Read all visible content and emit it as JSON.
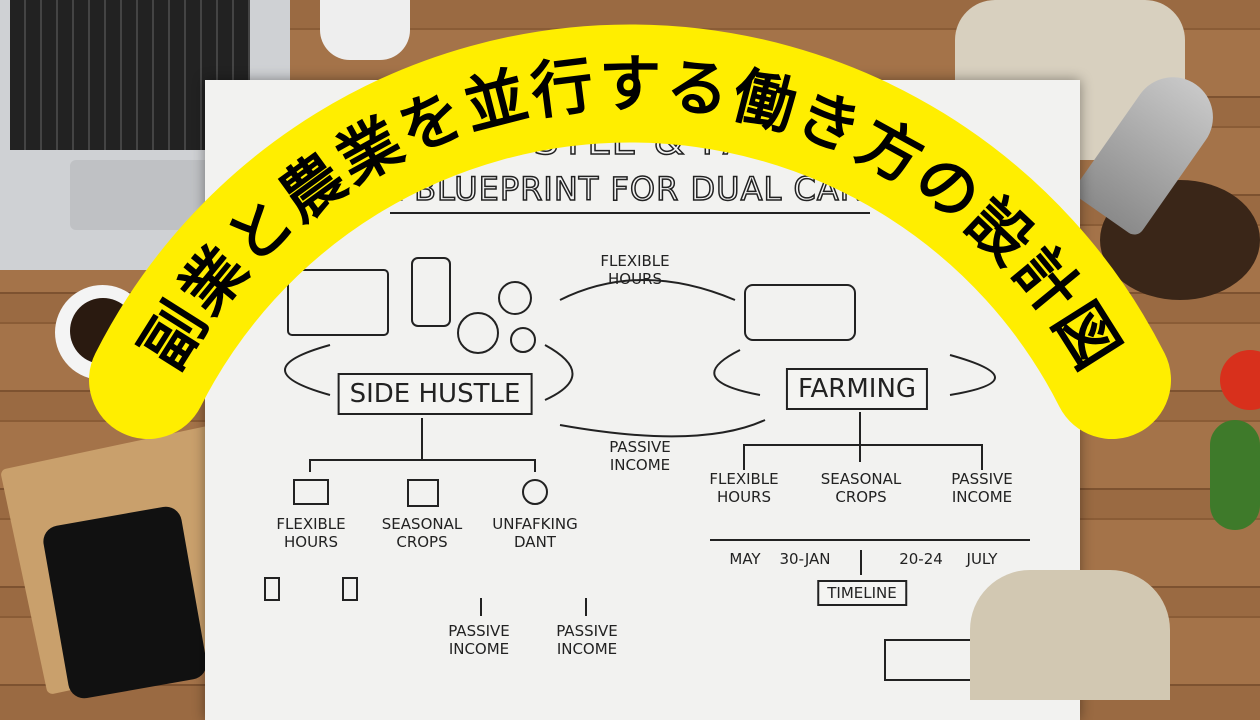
{
  "banner": {
    "title": "副業と農業を並行する働き方の設計図",
    "color": "#ffee00"
  },
  "poster": {
    "title_partial": "HUSTLE & FA",
    "subtitle": "A BLUEPRINT FOR DUAL CAREER",
    "side_hustle": "SIDE HUSTLE",
    "farming": "FARMING",
    "flow_top": [
      "FLEXIBLE",
      "HOURS"
    ],
    "flow_bottom": [
      "PASSIVE",
      "INCOME"
    ],
    "left_branches": [
      {
        "line1": "FLEXIBLE",
        "line2": "HOURS",
        "icon": "laptop-icon"
      },
      {
        "line1": "SEASONAL",
        "line2": "CROPS",
        "icon": "calendar-icon"
      },
      {
        "line1": "UNFAFKING",
        "line2": "DANT",
        "icon": "refresh-icon"
      }
    ],
    "left_leaves": [
      {
        "line1": "PASSIVE",
        "line2": "INCOME"
      },
      {
        "line1": "PASSIVE",
        "line2": "INCOME"
      }
    ],
    "right_branches": [
      {
        "line1": "FLEXIBLE",
        "line2": "HOURS"
      },
      {
        "line1": "SEASONAL",
        "line2": "CROPS"
      },
      {
        "line1": "PASSIVE",
        "line2": "INCOME"
      }
    ],
    "timeline_ticks": [
      "MAY",
      "30-JAN",
      "20-24",
      "JULY"
    ],
    "timeline_label": "TIMELINE"
  }
}
